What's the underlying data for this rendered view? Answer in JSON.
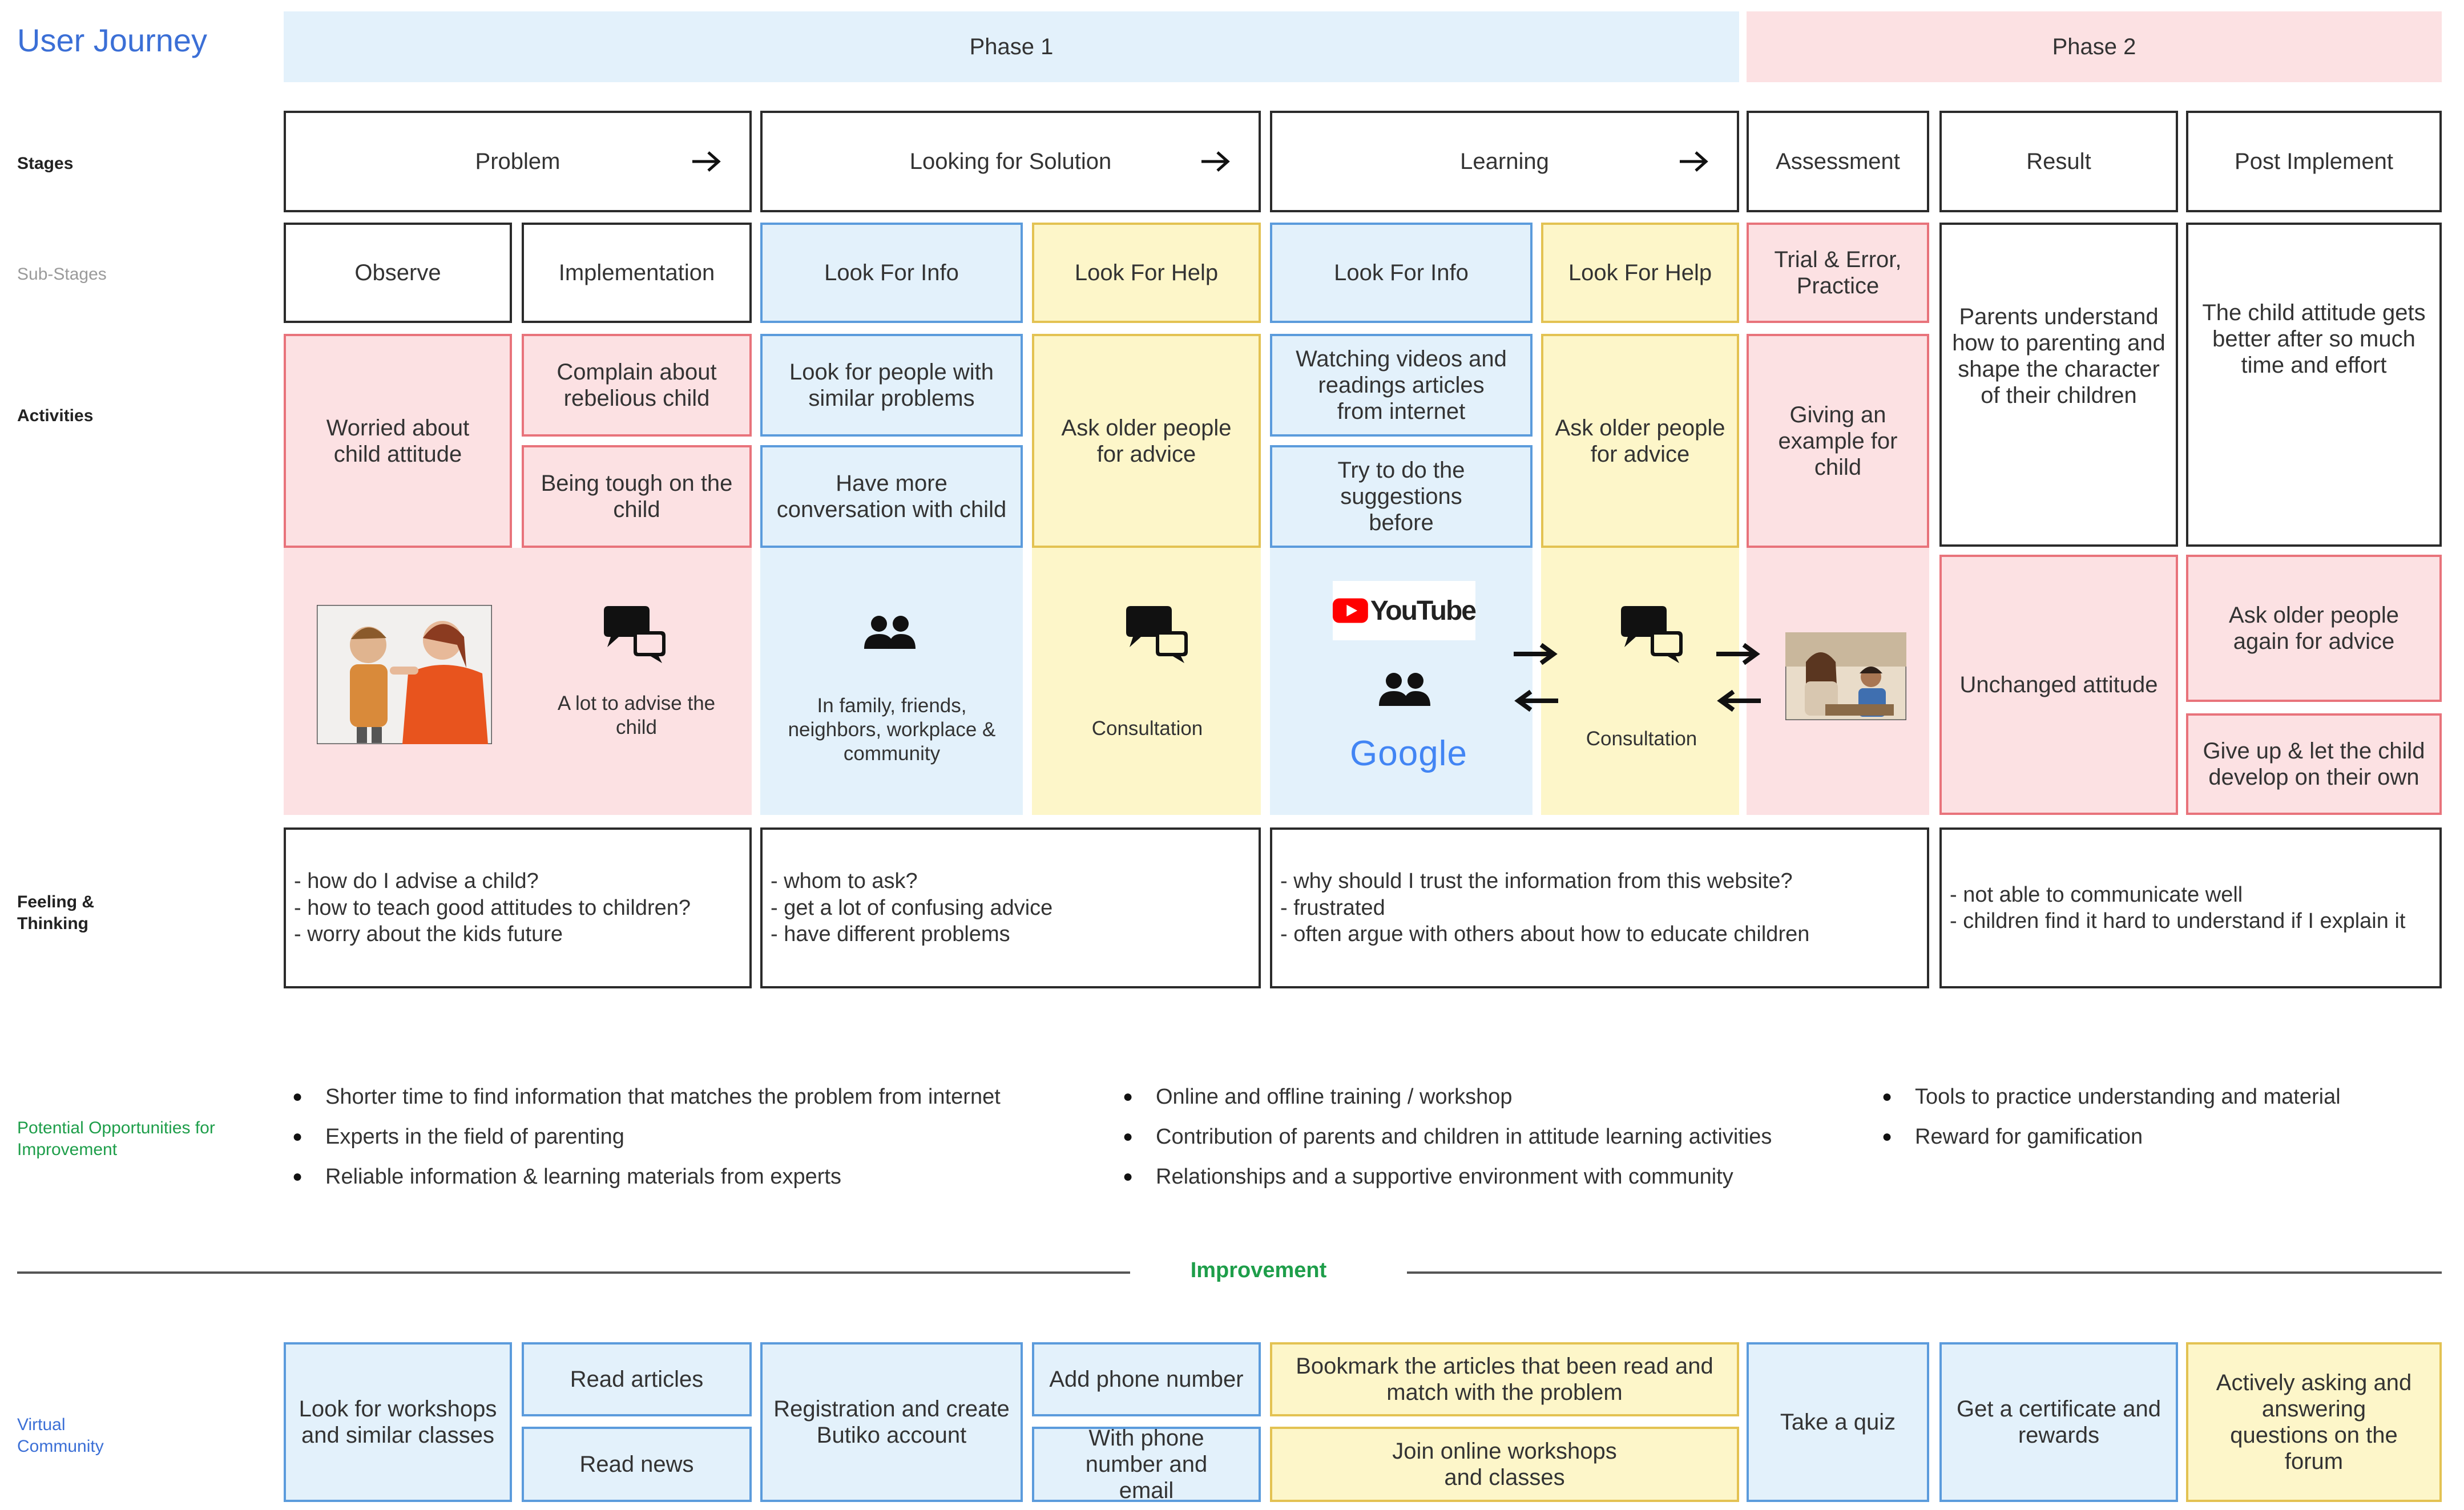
{
  "title": "User Journey",
  "phases": {
    "phase1": "Phase 1",
    "phase2": "Phase 2"
  },
  "row_labels": {
    "stages": "Stages",
    "sub_stages": "Sub-Stages",
    "activities": "Activities",
    "feeling": "Feeling & Thinking",
    "opportunities": "Potential Opportunities for Improvement",
    "virtual_community": "Virtual Community"
  },
  "stages": {
    "problem": "Problem",
    "looking": "Looking for Solution",
    "learning": "Learning",
    "assessment": "Assessment",
    "result": "Result",
    "post": "Post Implement"
  },
  "sub_stages": {
    "observe": "Observe",
    "implementation": "Implementation",
    "look_info_1": "Look For Info",
    "look_help_1": "Look For Help",
    "look_info_2": "Look For Info",
    "look_help_2": "Look For Help",
    "trial": "Trial & Error, Practice",
    "result_text": "Parents understand how to parenting and shape the character of their children",
    "post_text": "The child attitude gets better after so much time and effort"
  },
  "activities": {
    "worried": "Worried about child attitude",
    "complain": "Complain about rebelious child",
    "tough": "Being tough on the child",
    "look_people": "Look for people with similar problems",
    "conversation": "Have more conversation with child",
    "ask_older_1": "Ask older people for advice",
    "watching": "Watching videos and readings articles from internet",
    "try_suggest": "Try to do the suggestions before",
    "ask_older_2": "Ask older people for advice",
    "giving": "Giving an example for child",
    "unchanged": "Unchanged attitude",
    "ask_again": "Ask older people again for advice",
    "give_up": "Give up & let the child develop on their own"
  },
  "touchpoints": {
    "advise": "A lot to advise the child",
    "family": "In family, friends, neighbors, workplace & community",
    "consult_1": "Consultation",
    "consult_2": "Consultation",
    "youtube": "YouTube",
    "google": "Google"
  },
  "feelings": {
    "f1": [
      "- how do I advise a child?",
      "- how to teach good attitudes to children?",
      "- worry about the kids future"
    ],
    "f2": [
      "- whom to ask?",
      "- get a lot of confusing advice",
      "- have different problems"
    ],
    "f3": [
      "- why should I trust the information from this website?",
      "- frustrated",
      "- often argue with others about how to educate children"
    ],
    "f4": [
      "- not able to communicate well",
      "- children find it hard to understand if I explain it"
    ]
  },
  "opportunities": {
    "col1": [
      "Shorter time to find information that matches the problem from internet",
      "Experts in the field of parenting",
      "Reliable information & learning materials from experts"
    ],
    "col2": [
      "Online and offline training / workshop",
      "Contribution of parents and children in attitude learning activities",
      "Relationships and a supportive environment with community"
    ],
    "col3": [
      "Tools to practice understanding and material",
      "Reward for gamification"
    ]
  },
  "improvement_label": "Improvement",
  "improvements": {
    "workshops": "Look for workshops and similar classes",
    "read_articles": "Read articles",
    "read_news": "Read news",
    "registration": "Registration and create Butiko account",
    "add_phone": "Add phone number",
    "phone_email": "With phone number and email",
    "bookmark": "Bookmark the articles that been read and match with the problem",
    "join_online": "Join online workshops and classes",
    "quiz": "Take a quiz",
    "certificate": "Get a certificate and rewards",
    "asking": "Actively asking and answering questions on the forum"
  },
  "colors": {
    "title_blue": "#3b6fd6",
    "phase1_bg": "#e3f1fb",
    "phase2_bg": "#fce1e3",
    "red_border": "#e8737b",
    "blue_border": "#5b9bdc",
    "yellow_bg": "#fdf6c9",
    "yellow_border": "#e3c252",
    "green_label": "#1e9e4a"
  },
  "icons": [
    "arrow-right-icon",
    "chat-bubbles-icon",
    "people-icon",
    "youtube-logo",
    "google-logo",
    "swap-arrows-icon"
  ]
}
